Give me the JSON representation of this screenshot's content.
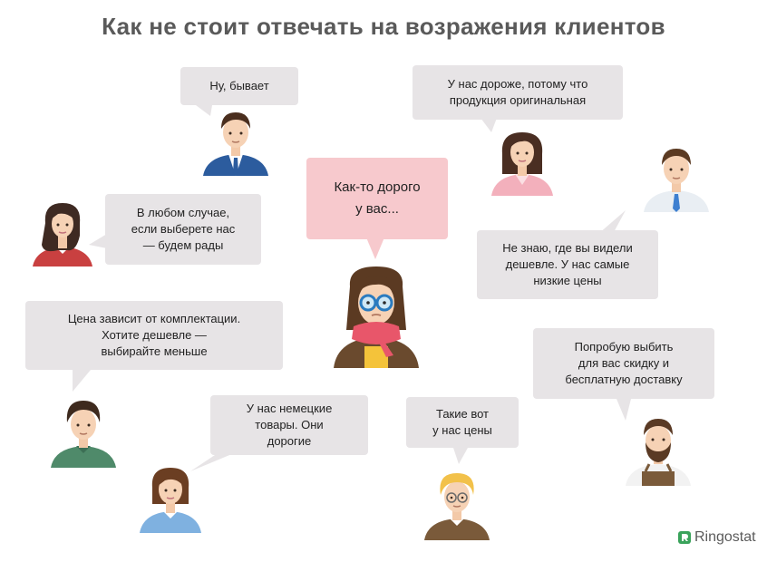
{
  "title": "Как не стоит отвечать на возражения клиентов",
  "bubbles": {
    "center": "Как-то дорого\nу вас...",
    "top_left": "Ну, бывает",
    "top_right": "У нас дороже, потому что\nпродукция оригинальная",
    "left_middle": "В любом случае,\nесли выберете нас\n— будем рады",
    "right_middle": "Не знаю, где вы видели\nдешевле. У нас самые\nнизкие цены",
    "left_lower": "Цена зависит от комплектации.\nХотите дешевле —\nвыбирайте меньше",
    "right_lower": "Попробую выбить\nдля вас скидку и\nбесплатную доставку",
    "bottom_center": "У нас немецкие\nтовары. Они\nдорогие",
    "bottom_right": "Такие вот\nу нас цены"
  },
  "brand": {
    "name": "Ringostat"
  },
  "colors": {
    "bubble": "#e7e4e6",
    "bubble_highlight": "#f7c9cd",
    "title": "#5a5a5a",
    "brand_green": "#3aa35b"
  },
  "icons": [
    "man-blue-suit-avatar",
    "woman-pink-avatar",
    "woman-red-avatar",
    "man-white-shirt-avatar",
    "customer-glasses-scarf-avatar",
    "man-green-shirt-avatar",
    "woman-blue-avatar",
    "man-blonde-glasses-avatar",
    "man-bearded-apron-avatar",
    "ringostat-logo-icon"
  ]
}
